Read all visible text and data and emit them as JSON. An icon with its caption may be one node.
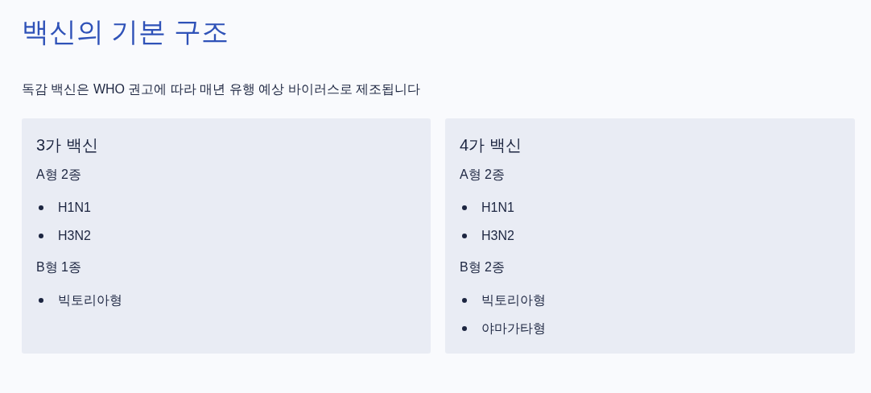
{
  "diagram": {
    "title": "백신의 기본 구조",
    "nodes": [
      {
        "text": [
          "3가 백신",
          "A형 2종",
          "H1N1",
          "H3N2",
          "B형 1종",
          "빅토리아형"
        ]
      },
      {
        "text": [
          "4가 백신",
          "A형 2종",
          "H1N1",
          "H3N2",
          "B형 2종",
          "빅토리아형",
          "야마가타형"
        ]
      }
    ],
    "edges": [],
    "labels": [
      "독감 백신은 WHO 권고에 따라 매년 유행 예상 바이러스로 제조됩니다"
    ]
  }
}
